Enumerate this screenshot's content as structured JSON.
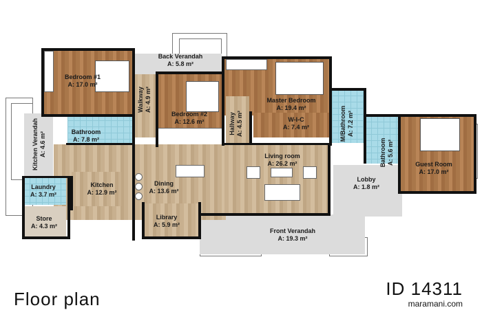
{
  "title": "Floor plan",
  "plan_id": "ID 14311",
  "website": "maramani.com",
  "colors": {
    "wood_floor": "#a9774a",
    "light_wood_floor": "#c8b08f",
    "tile_floor": "#a9dbe8",
    "concrete": "#dcdcdc",
    "walls": "#111111"
  },
  "rooms": {
    "bedroom1": {
      "name": "Bedroom #1",
      "area": "A: 17.0 m²"
    },
    "walkway": {
      "name": "Walkway",
      "area": "A: 4.9 m²"
    },
    "back_verandah": {
      "name": "Back Verandah",
      "area": "A: 5.8 m²"
    },
    "bedroom2": {
      "name": "Bedroom #2",
      "area": "A: 12.6 m²"
    },
    "master_bedroom": {
      "name": "Master Bedroom",
      "area": "A: 19.4 m²"
    },
    "hallway": {
      "name": "Hallway",
      "area": "A: 4.5 m²"
    },
    "wic": {
      "name": "W-I-C",
      "area": "A: 7.4 m²"
    },
    "m_bathroom": {
      "name": "M/Bathroom",
      "area": "A: 7.2 m²"
    },
    "bathroom2": {
      "name": "Bathroom",
      "area": "A: 5.6 m²"
    },
    "guest_room": {
      "name": "Guest Room",
      "area": "A: 17.0 m²"
    },
    "kitchen_verandah": {
      "name": "Kitchen Verandah",
      "area": "A: 4.6 m²"
    },
    "bathroom1": {
      "name": "Bathroom",
      "area": "A: 7.8 m²"
    },
    "laundry": {
      "name": "Laundry",
      "area": "A: 3.7 m²"
    },
    "kitchen": {
      "name": "Kitchen",
      "area": "A: 12.9 m²"
    },
    "dining": {
      "name": "Dining",
      "area": "A: 13.6 m²"
    },
    "living_room": {
      "name": "Living room",
      "area": "A: 26.2 m²"
    },
    "store": {
      "name": "Store",
      "area": "A: 4.3 m²"
    },
    "library": {
      "name": "Library",
      "area": "A: 5.9 m²"
    },
    "front_verandah": {
      "name": "Front Verandah",
      "area": "A: 19.3 m²"
    },
    "lobby": {
      "name": "Lobby",
      "area": "A: 1.8 m²"
    }
  }
}
